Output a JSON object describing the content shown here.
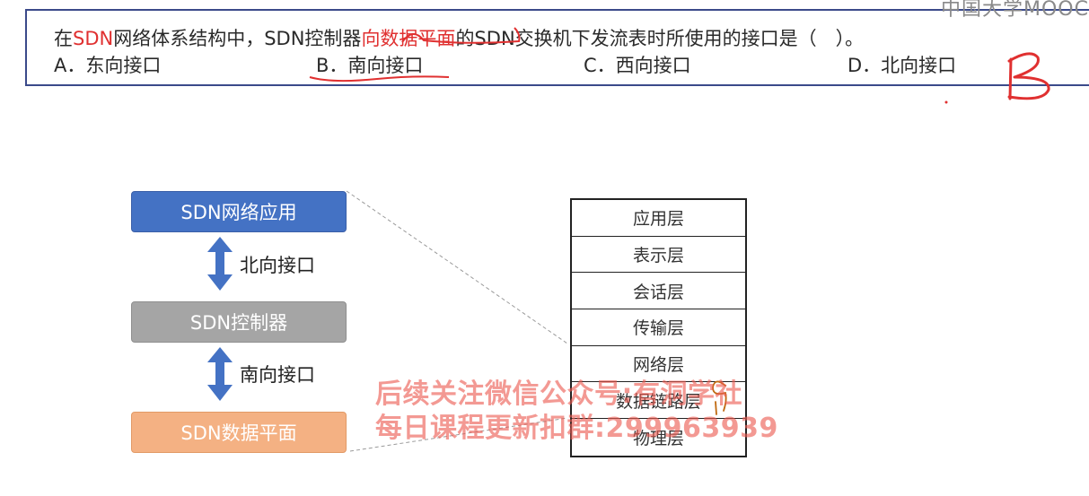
{
  "header": {
    "logo_text": "中国大学MOOC",
    "question": {
      "part1": "在",
      "part2": "SDN",
      "part3": "网络体系结构中，SDN控制器",
      "part4": "向数据平面",
      "part5": "的SDN交换机下发流表时所使用的接口是（　）。"
    },
    "options": [
      "A．东向接口",
      "B．南向接口",
      "C．西向接口",
      "D．北向接口"
    ],
    "handwritten_answer": "B"
  },
  "diagram": {
    "boxes": {
      "app": "SDN网络应用",
      "controller": "SDN控制器",
      "data_plane": "SDN数据平面"
    },
    "interfaces": {
      "north": "北向接口",
      "south": "南向接口"
    },
    "osi_layers": [
      "应用层",
      "表示层",
      "会话层",
      "传输层",
      "网络层",
      "数据链路层",
      "物理层"
    ],
    "handwritten_mark": "9"
  },
  "watermark": {
    "line1": "后续关注微信公众号:有洞学社",
    "line2": "每日课程更新扣群:299963939"
  },
  "colors": {
    "app_box": "#4472c4",
    "controller_box": "#a5a5a5",
    "data_plane_box": "#f4b183",
    "highlight_red": "#e03030",
    "arrow_blue": "#4472c4"
  }
}
